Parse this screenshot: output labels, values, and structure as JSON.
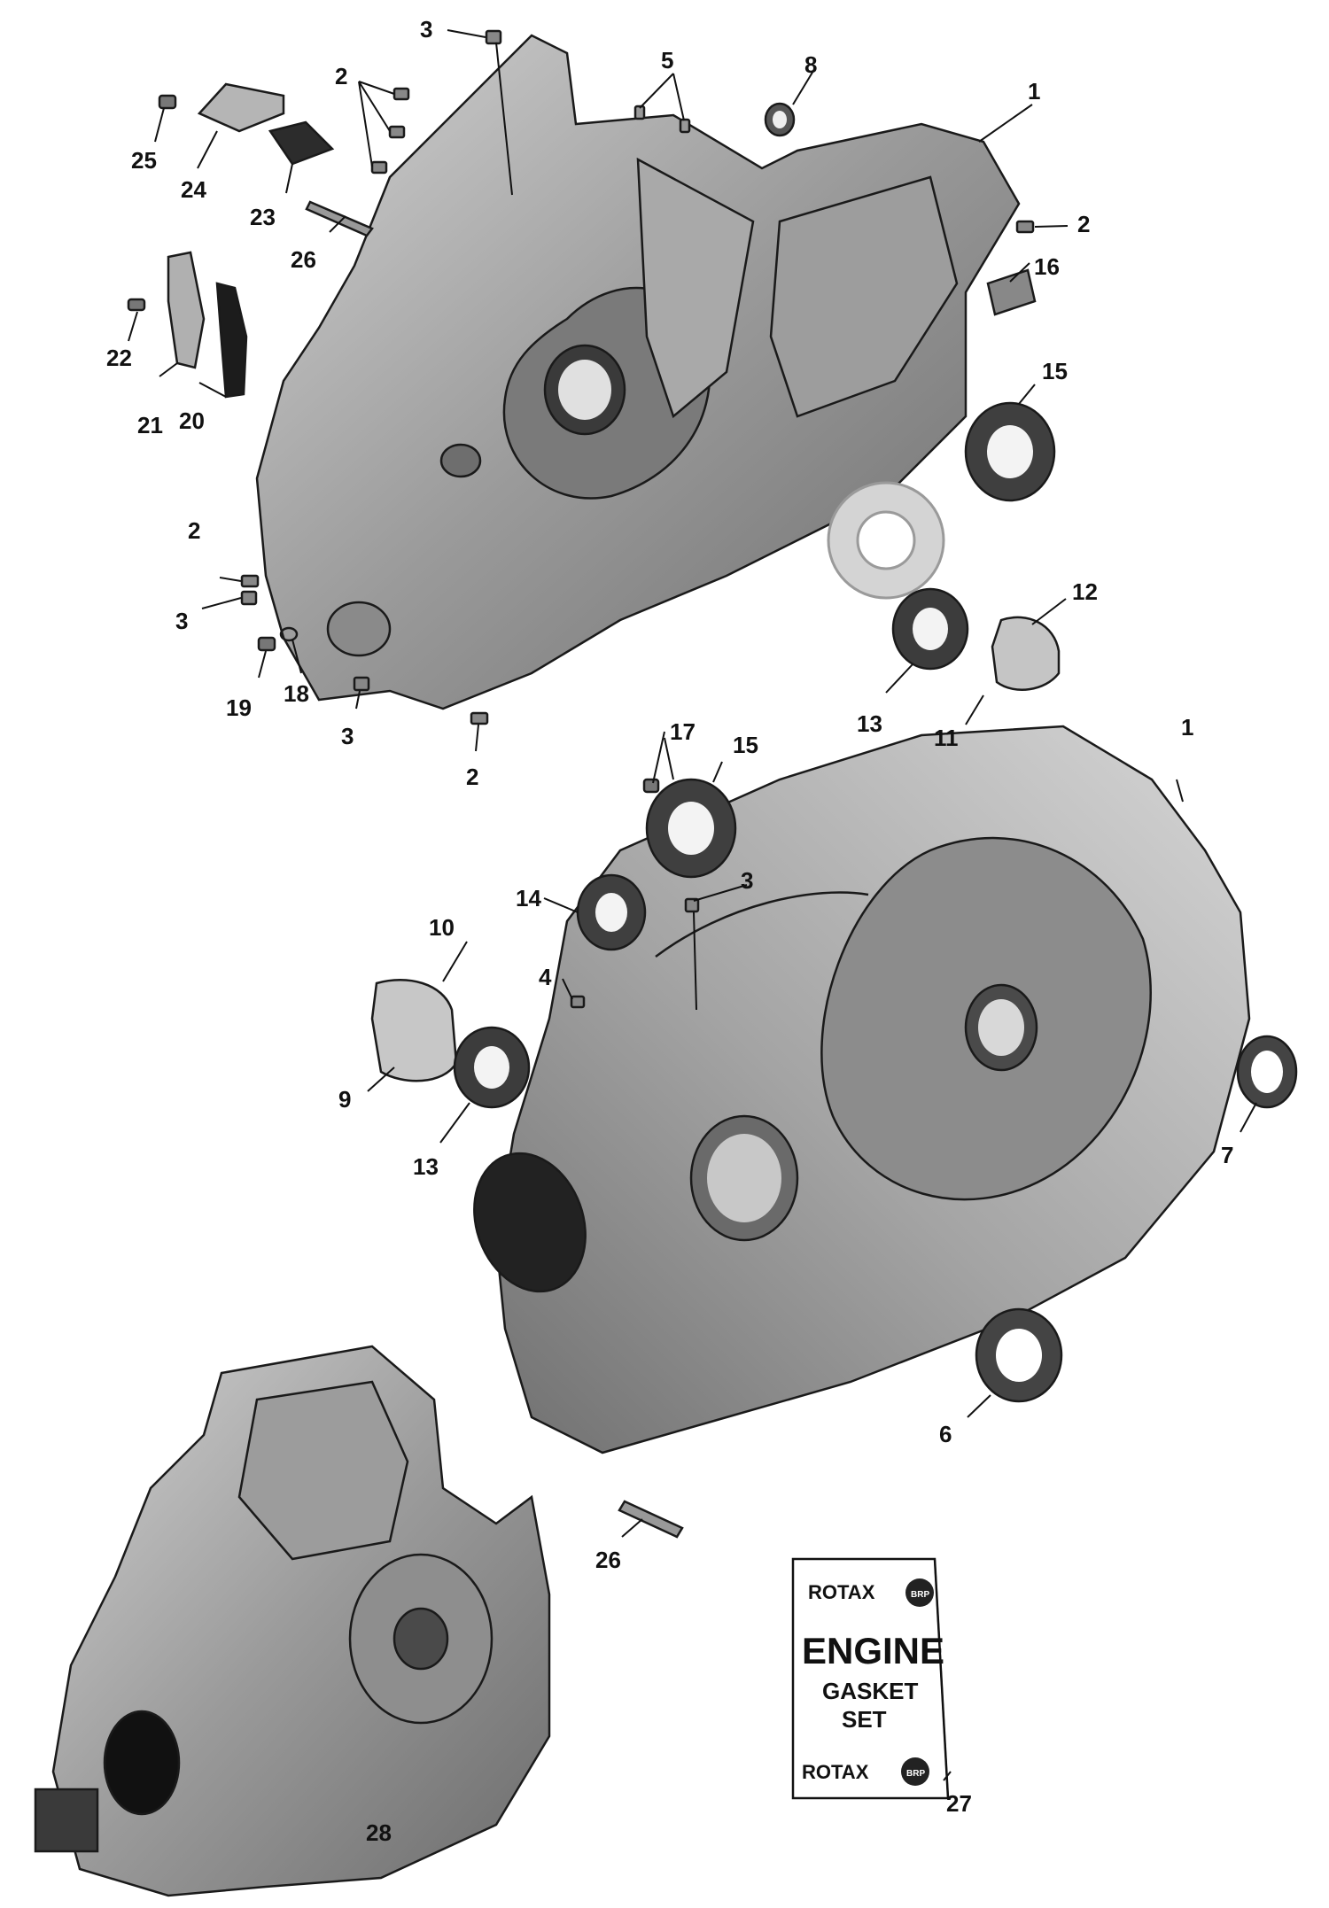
{
  "callouts": [
    {
      "id": "c1a",
      "label": "1"
    },
    {
      "id": "c1b",
      "label": "1"
    },
    {
      "id": "c2a",
      "label": "2"
    },
    {
      "id": "c2b",
      "label": "2"
    },
    {
      "id": "c2c",
      "label": "2"
    },
    {
      "id": "c2d",
      "label": "2"
    },
    {
      "id": "c3a",
      "label": "3"
    },
    {
      "id": "c3b",
      "label": "3"
    },
    {
      "id": "c3c",
      "label": "3"
    },
    {
      "id": "c3d",
      "label": "3"
    },
    {
      "id": "c4",
      "label": "4"
    },
    {
      "id": "c5",
      "label": "5"
    },
    {
      "id": "c6",
      "label": "6"
    },
    {
      "id": "c7",
      "label": "7"
    },
    {
      "id": "c8",
      "label": "8"
    },
    {
      "id": "c9",
      "label": "9"
    },
    {
      "id": "c10",
      "label": "10"
    },
    {
      "id": "c11",
      "label": "11"
    },
    {
      "id": "c12",
      "label": "12"
    },
    {
      "id": "c13a",
      "label": "13"
    },
    {
      "id": "c13b",
      "label": "13"
    },
    {
      "id": "c14",
      "label": "14"
    },
    {
      "id": "c15a",
      "label": "15"
    },
    {
      "id": "c15b",
      "label": "15"
    },
    {
      "id": "c16",
      "label": "16"
    },
    {
      "id": "c17",
      "label": "17"
    },
    {
      "id": "c18",
      "label": "18"
    },
    {
      "id": "c19",
      "label": "19"
    },
    {
      "id": "c20",
      "label": "20"
    },
    {
      "id": "c21",
      "label": "21"
    },
    {
      "id": "c22",
      "label": "22"
    },
    {
      "id": "c23",
      "label": "23"
    },
    {
      "id": "c24",
      "label": "24"
    },
    {
      "id": "c25",
      "label": "25"
    },
    {
      "id": "c26a",
      "label": "26"
    },
    {
      "id": "c26b",
      "label": "26"
    },
    {
      "id": "c27",
      "label": "27"
    },
    {
      "id": "c28",
      "label": "28"
    }
  ],
  "gasket_kit": {
    "brand_top": "ROTAX",
    "title_line1": "ENGINE",
    "title_line2": "GASKET",
    "title_line3": "SET",
    "brand_bottom": "ROTAX",
    "badge_text": "BRP"
  },
  "colors": {
    "casting_light": "#bdbdbd",
    "casting_mid": "#8f8f8f",
    "casting_dark": "#5a5a5a",
    "ink": "#111111"
  }
}
